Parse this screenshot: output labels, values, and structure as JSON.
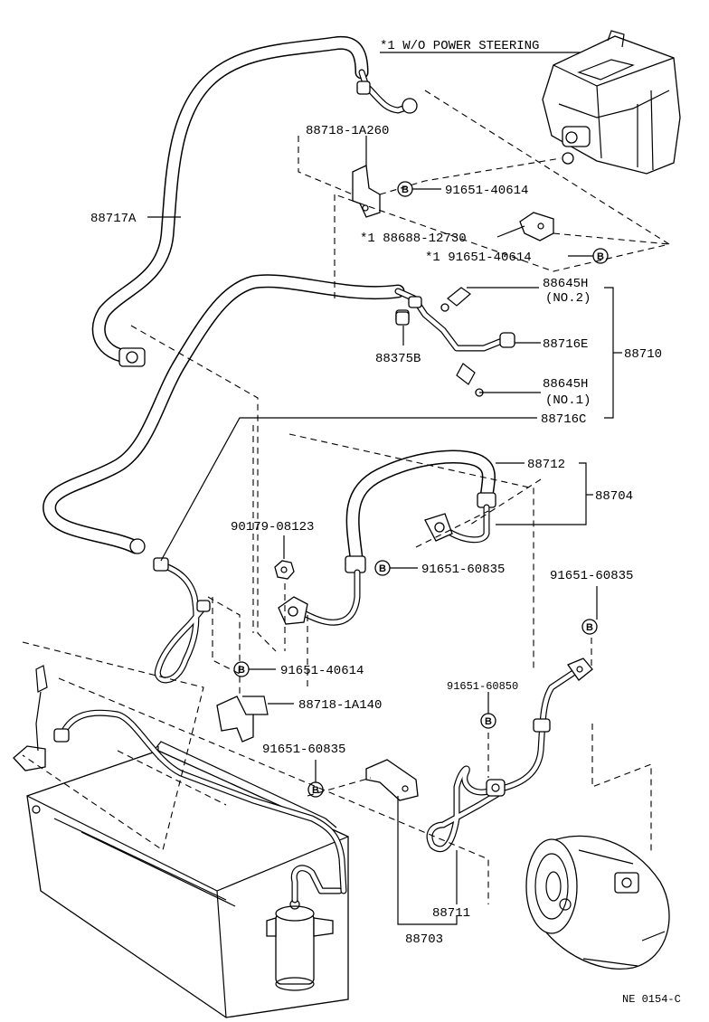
{
  "note": "*1 W/O POWER STEERING",
  "bolt_symbol": "B",
  "labels": {
    "p88717A": "88717A",
    "p88718_1A260": "88718-1A260",
    "p91651_40614_a": "91651-40614",
    "p88688_12730": "*1 88688-12730",
    "p91651_40614_b": "*1 91651-40614",
    "p88645H_no2": "88645H",
    "p88645H_no2_sub": "(NO.2)",
    "p88375B": "88375B",
    "p88716E": "88716E",
    "p88710": "88710",
    "p88645H_no1": "88645H",
    "p88645H_no1_sub": "(NO.1)",
    "p88716C": "88716C",
    "p88712": "88712",
    "p88704": "88704",
    "p90179_08123": "90179-08123",
    "p91651_60835_a": "91651-60835",
    "p91651_60835_b": "91651-60835",
    "p91651_40614_c": "91651-40614",
    "p88718_1A140": "88718-1A140",
    "p91651_60850": "91651-60850",
    "p91651_60835_c": "91651-60835",
    "p88711": "88711",
    "p88703": "88703"
  },
  "figure_code": "NE 0154-C",
  "icons": {
    "bolt": "circled-b-icon",
    "compressor": "compressor-icon",
    "receiver": "receiver-dryer-icon",
    "evaporator": "evaporator-unit-icon",
    "condenser": "condenser-icon"
  }
}
